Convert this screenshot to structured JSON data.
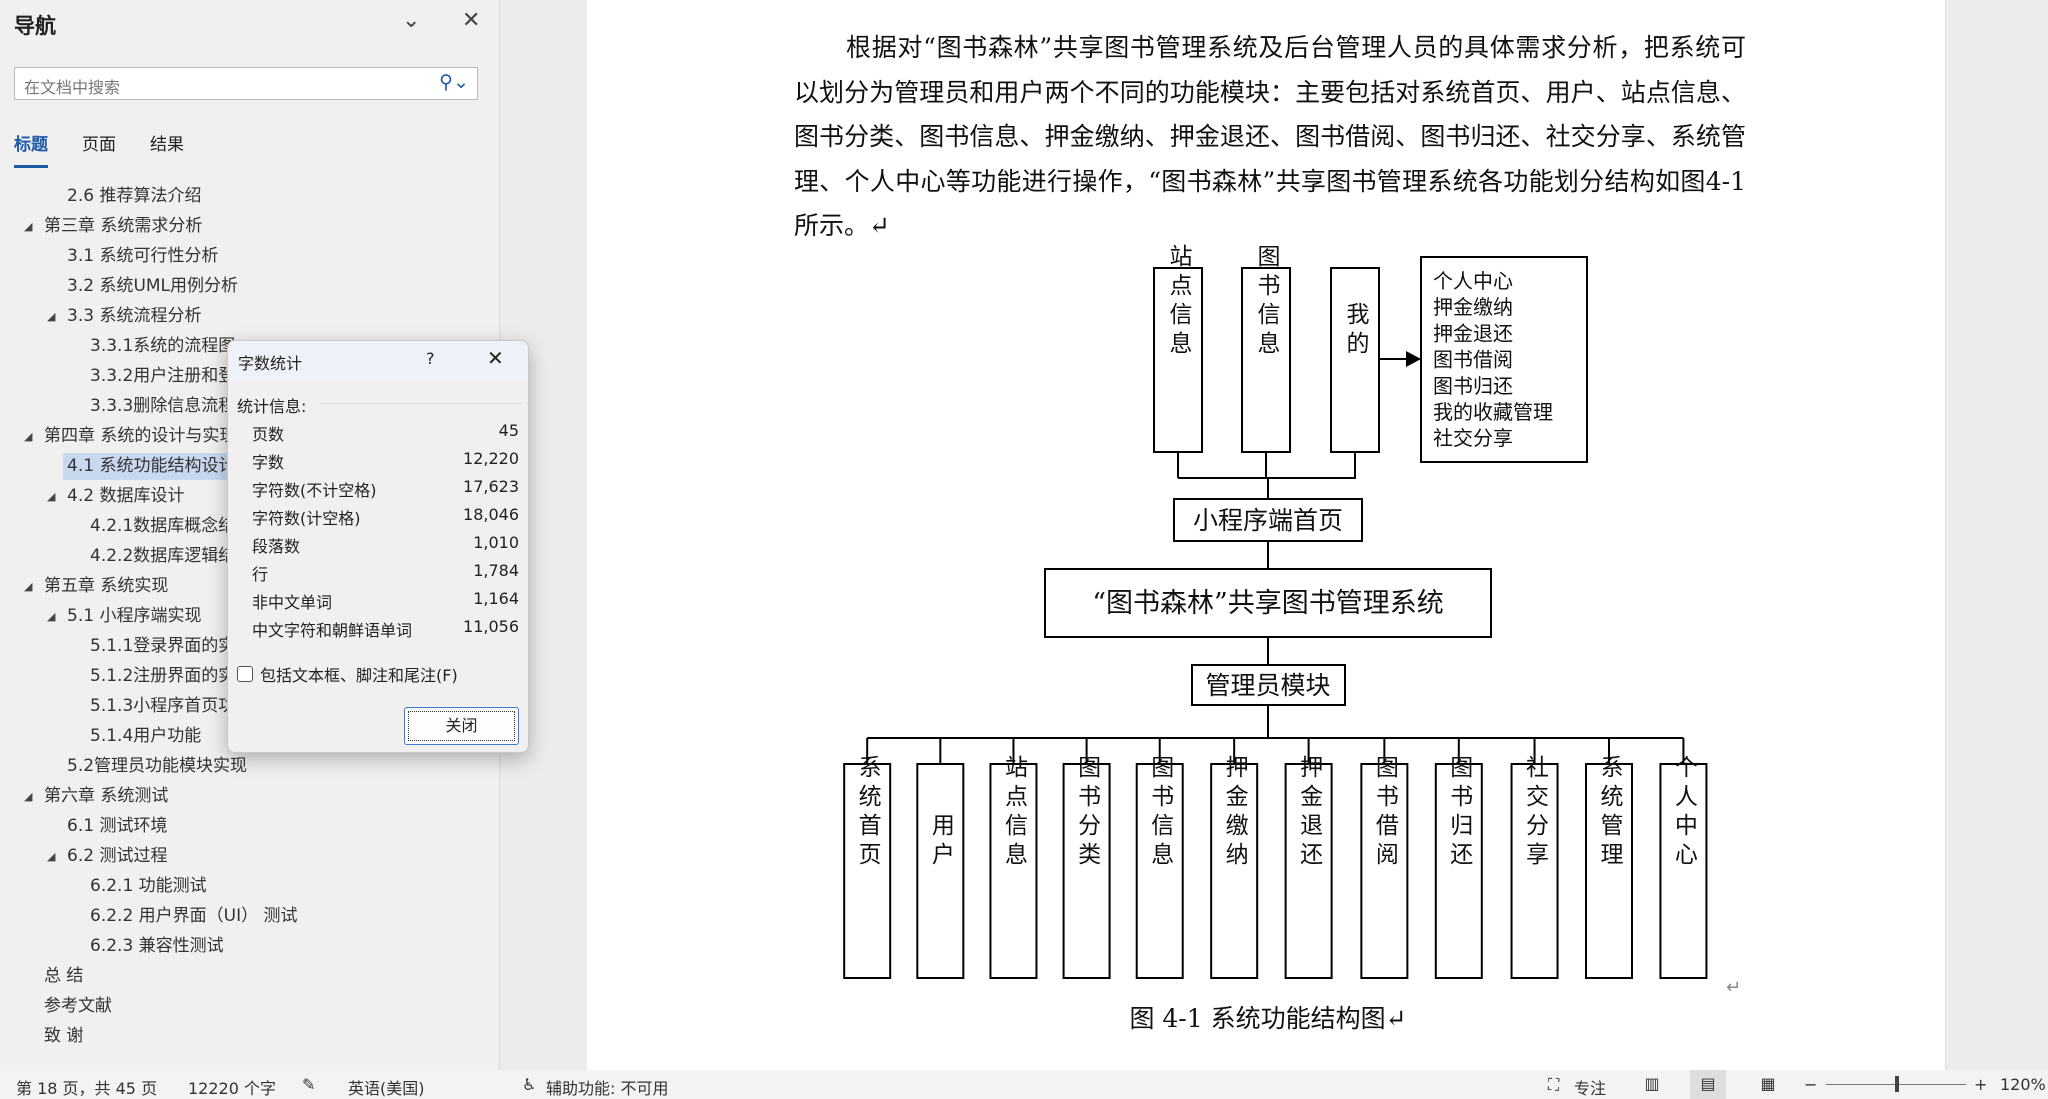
{
  "nav": {
    "title": "导航",
    "search_placeholder": "在文档中搜索",
    "tabs": [
      "标题",
      "页面",
      "结果"
    ],
    "items": [
      {
        "label": "2.6 推荐算法介绍",
        "level": 2,
        "tri": false
      },
      {
        "label": "第三章 系统需求分析",
        "level": 1,
        "tri": true
      },
      {
        "label": "3.1 系统可行性分析",
        "level": 2,
        "tri": false
      },
      {
        "label": "3.2 系统UML用例分析",
        "level": 2,
        "tri": false
      },
      {
        "label": "3.3 系统流程分析",
        "level": 2,
        "tri": true
      },
      {
        "label": "3.3.1系统的流程图",
        "level": 3,
        "tri": false
      },
      {
        "label": "3.3.2用户注册和登",
        "level": 3,
        "tri": false
      },
      {
        "label": "3.3.3删除信息流程",
        "level": 3,
        "tri": false
      },
      {
        "label": "第四章 系统的设计与实现",
        "level": 1,
        "tri": true
      },
      {
        "label": "4.1 系统功能结构设计",
        "level": 2,
        "tri": false,
        "selected": true
      },
      {
        "label": "4.2 数据库设计",
        "level": 2,
        "tri": true
      },
      {
        "label": "4.2.1数据库概念结",
        "level": 3,
        "tri": false
      },
      {
        "label": "4.2.2数据库逻辑结",
        "level": 3,
        "tri": false
      },
      {
        "label": "第五章 系统实现",
        "level": 1,
        "tri": true
      },
      {
        "label": "5.1 小程序端实现",
        "level": 2,
        "tri": true
      },
      {
        "label": "5.1.1登录界面的实",
        "level": 3,
        "tri": false
      },
      {
        "label": "5.1.2注册界面的实",
        "level": 3,
        "tri": false
      },
      {
        "label": "5.1.3小程序首页功",
        "level": 3,
        "tri": false
      },
      {
        "label": "5.1.4用户功能",
        "level": 3,
        "tri": false
      },
      {
        "label": "5.2管理员功能模块实现",
        "level": 2,
        "tri": false
      },
      {
        "label": "第六章 系统测试",
        "level": 1,
        "tri": true
      },
      {
        "label": "6.1 测试环境",
        "level": 2,
        "tri": false
      },
      {
        "label": "6.2 测试过程",
        "level": 2,
        "tri": true
      },
      {
        "label": "6.2.1 功能测试",
        "level": 3,
        "tri": false
      },
      {
        "label": "6.2.2 用户界面（UI） 测试",
        "level": 3,
        "tri": false
      },
      {
        "label": "6.2.3 兼容性测试",
        "level": 3,
        "tri": false
      },
      {
        "label": "总 结",
        "level": 1,
        "tri": false
      },
      {
        "label": "参考文献",
        "level": 1,
        "tri": false
      },
      {
        "label": "致 谢",
        "level": 1,
        "tri": false
      }
    ]
  },
  "doc": {
    "paragraph": "根据对“图书森林”共享图书管理系统及后台管理人员的具体需求分析，把系统可以划分为管理员和用户两个不同的功能模块：主要包括对系统首页、用户、站点信息、图书分类、图书信息、押金缴纳、押金退还、图书借阅、图书归还、社交分享、系统管理、个人中心等功能进行操作，“图书森林”共享图书管理系统各功能划分结构如图4-1所示。↵",
    "diagram": {
      "top_boxes": [
        "站点信息",
        "图书信息",
        "我的"
      ],
      "my_list": [
        "个人中心",
        "押金缴纳",
        "押金退还",
        "图书借阅",
        "图书归还",
        "我的收藏管理",
        "社交分享"
      ],
      "mini_home": "小程序端首页",
      "system": "“图书森林”共享图书管理系统",
      "admin": "管理员模块",
      "admin_boxes": [
        "系统首页",
        "用户",
        "站点信息",
        "图书分类",
        "图书信息",
        "押金缴纳",
        "押金退还",
        "图书借阅",
        "图书归还",
        "社交分享",
        "系统管理",
        "个人中心"
      ],
      "caption": "图 4-1 系统功能结构图↵"
    }
  },
  "dialog": {
    "title": "字数统计",
    "help": "?",
    "section": "统计信息:",
    "stats": [
      [
        "页数",
        "45"
      ],
      [
        "字数",
        "12,220"
      ],
      [
        "字符数(不计空格)",
        "17,623"
      ],
      [
        "字符数(计空格)",
        "18,046"
      ],
      [
        "段落数",
        "1,010"
      ],
      [
        "行",
        "1,784"
      ],
      [
        "非中文单词",
        "1,164"
      ],
      [
        "中文字符和朝鲜语单词",
        "11,056"
      ]
    ],
    "checkbox": "包括文本框、脚注和尾注(F)",
    "close": "关闭"
  },
  "status": {
    "page": "第 18 页，共 45 页",
    "words": "12220 个字",
    "language": "英语(美国)",
    "accessibility": "辅助功能: 不可用",
    "focus": "专注",
    "zoom": "120%"
  }
}
